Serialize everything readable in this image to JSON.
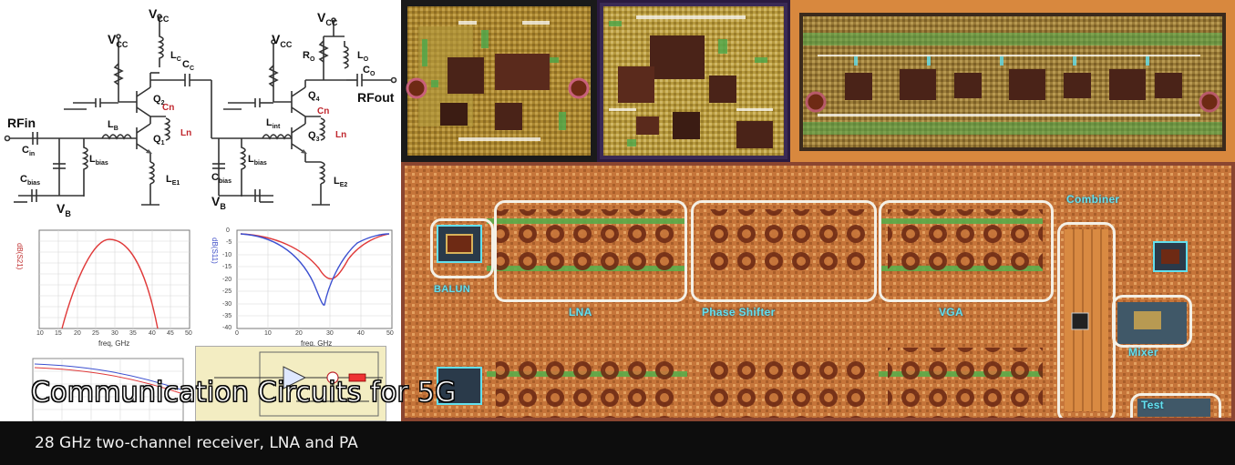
{
  "headline": "Communication Circuits for 5G",
  "caption": "28 GHz two-channel receiver, LNA and PA",
  "schematic": {
    "vcc": "V",
    "vcc_sub": "CC",
    "rfin": "RFin",
    "rfout": "RFout",
    "vb": "V",
    "vb_sub": "B",
    "labels": {
      "cin": "C",
      "cin_sub": "in",
      "cbias": "C",
      "cbias_sub": "bias",
      "lbias": "L",
      "lbias_sub": "bias",
      "lb": "L",
      "lb_sub": "B",
      "lc": "L",
      "lc_sub": "C",
      "cc": "C",
      "cc_sub": "C",
      "q1": "Q",
      "q1_sub": "1",
      "q2": "Q",
      "q2_sub": "2",
      "q3": "Q",
      "q3_sub": "3",
      "q4": "Q",
      "q4_sub": "4",
      "cn": "Cn",
      "ln": "Ln",
      "le1": "L",
      "le1_sub": "E1",
      "le2": "L",
      "le2_sub": "E2",
      "lint": "L",
      "lint_sub": "int",
      "ro": "R",
      "ro_sub": "O",
      "lo": "L",
      "lo_sub": "O",
      "co": "C",
      "co_sub": "O"
    }
  },
  "plot1": {
    "xlabel": "freq, GHz",
    "xticks": [
      "10",
      "15",
      "20",
      "25",
      "30",
      "35",
      "40",
      "45",
      "50"
    ],
    "ylabel": "dB(S21)"
  },
  "plot2": {
    "xlabel": "freq, GHz",
    "xticks": [
      "0",
      "10",
      "20",
      "30",
      "40",
      "50"
    ],
    "yticks": [
      "0",
      "-5",
      "-10",
      "-15",
      "-20",
      "-25",
      "-30",
      "-35",
      "-40"
    ],
    "ylabel": "dB(S11)"
  },
  "chip_layout": {
    "labels": {
      "balun": "BALUN",
      "lna": "LNA",
      "phase_shifter": "Phase Shifter",
      "vga": "VGA",
      "combiner": "Combiner",
      "mixer": "Mixer",
      "test": "Test"
    },
    "colors": {
      "substrate": "#c6753a",
      "label": "#63e0ee",
      "outline": "#f4f0e6",
      "inductor": "#6e2a14"
    }
  }
}
